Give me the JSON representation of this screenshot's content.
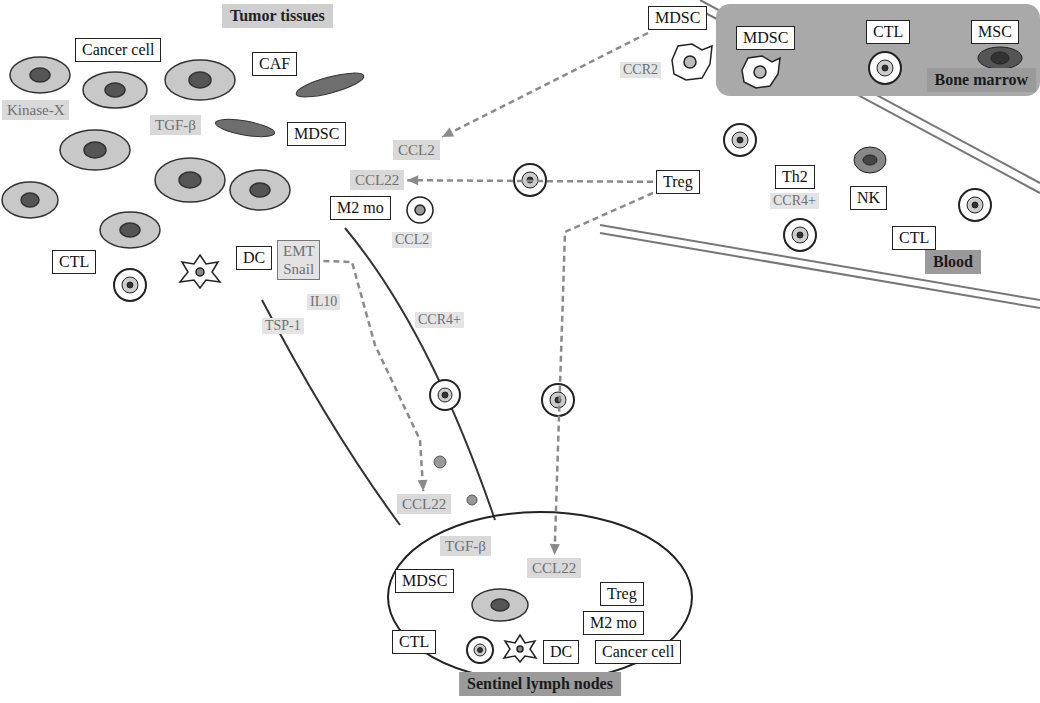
{
  "diagram": {
    "nodes": [
      {
        "text": [
          "Tumor tissues"
        ]
      },
      {
        "text": [
          "Cancer cell"
        ]
      },
      {
        "text": [
          "CAF"
        ]
      },
      {
        "text": [
          "Kinase-X"
        ]
      },
      {
        "text": [
          "TGF-β"
        ]
      },
      {
        "text": [
          "MDSC"
        ]
      },
      {
        "text": [
          "CCL2"
        ]
      },
      {
        "text": [
          "CCL22"
        ]
      },
      {
        "text": [
          "M2 mo"
        ]
      },
      {
        "text": [
          "CTL"
        ]
      },
      {
        "text": [
          "DC"
        ]
      },
      {
        "text": [
          "EMT Snail"
        ]
      },
      {
        "text": [
          "MDSC"
        ]
      },
      {
        "text": [
          "Bone marrow"
        ]
      },
      {
        "text": [
          "MDSC"
        ],
        "in": 13
      },
      {
        "text": [
          "CTL"
        ],
        "in": 13
      },
      {
        "text": [
          "MSC"
        ],
        "in": 13
      },
      {
        "text": [
          "Treg"
        ]
      },
      {
        "text": [
          "Th2"
        ]
      },
      {
        "text": [
          "NK"
        ]
      },
      {
        "text": [
          "CTL"
        ]
      },
      {
        "text": [
          "Blood"
        ]
      },
      {
        "text": [
          "CCL22"
        ]
      },
      {
        "text": [
          "Sentinel lymph nodes"
        ]
      },
      {
        "text": [
          "CCL22"
        ],
        "in": 23
      },
      {
        "text": [
          "TGF-β"
        ],
        "in": 23
      },
      {
        "text": [
          "MDSC"
        ],
        "in": 23
      },
      {
        "text": [
          "Treg"
        ],
        "in": 23
      },
      {
        "text": [
          "M2 mo"
        ],
        "in": 23
      },
      {
        "text": [
          "CTL"
        ],
        "in": 23
      },
      {
        "text": [
          "DC"
        ],
        "in": 23
      },
      {
        "text": [
          "Cancer cell"
        ],
        "in": 23
      }
    ],
    "edges": [
      {
        "from": 12,
        "to": 6,
        "arrow": "to"
      },
      {
        "from": 17,
        "to": 7,
        "arrow": "to"
      },
      {
        "from": 17,
        "to": 24,
        "arrow": "to"
      },
      {
        "from": 11,
        "to": 22,
        "arrow": "to"
      }
    ],
    "labels": [
      "CCR2",
      "CCR4+",
      "CCL2",
      "IL10",
      "TSP-1",
      "CCR4+"
    ]
  }
}
